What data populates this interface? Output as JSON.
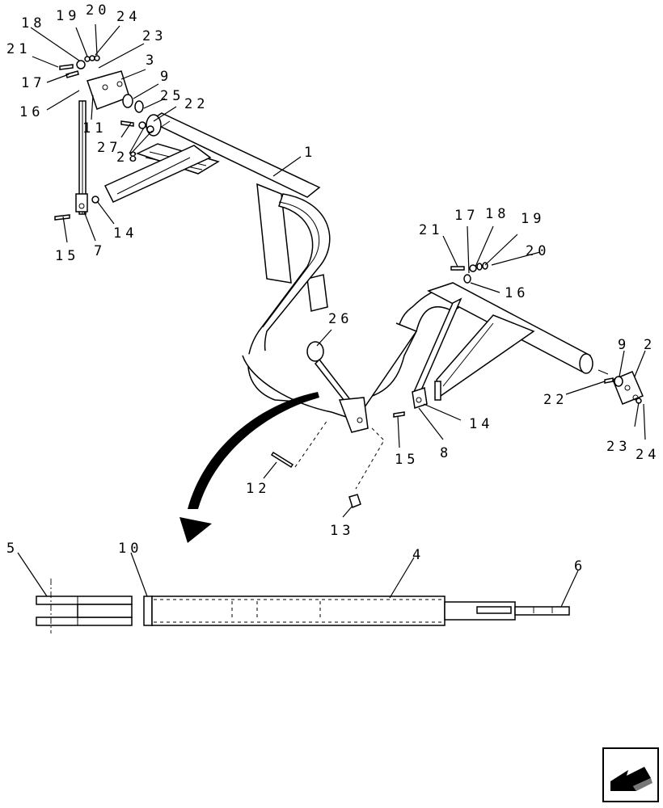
{
  "callouts": {
    "c18a": "18",
    "c19a": "19",
    "c20a": "20",
    "c24a": "24",
    "c21a": "21",
    "c23a": "23",
    "c3": "3",
    "c17a": "17",
    "c9a": "9",
    "c25": "25",
    "c22a": "22",
    "c16a": "16",
    "c11": "11",
    "c27": "27",
    "c28": "28",
    "c1": "1",
    "c14a": "14",
    "c15a": "15",
    "c7": "7",
    "c21b": "21",
    "c17b": "17",
    "c18b": "18",
    "c19b": "19",
    "c20b": "20",
    "c16b": "16",
    "c26": "26",
    "c9b": "9",
    "c2": "2",
    "c22b": "22",
    "c14b": "14",
    "c23b": "23",
    "c24b": "24",
    "c15b": "15",
    "c8": "8",
    "c12": "12",
    "c13": "13",
    "c5": "5",
    "c10": "10",
    "c4": "4",
    "c6": "6"
  },
  "icons": {
    "nav": "back-arrow-icon"
  }
}
